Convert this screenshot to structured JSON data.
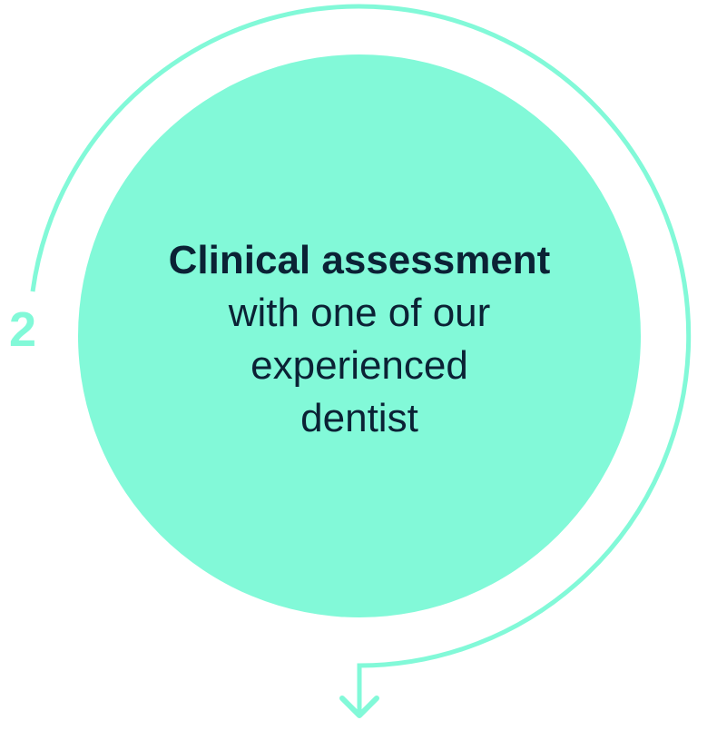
{
  "step_number": "2",
  "title": "Clinical assessment",
  "lines": [
    "with one of our",
    "experienced",
    "dentist"
  ],
  "colors": {
    "accent": "#82f9d8",
    "text": "#0b2235"
  }
}
